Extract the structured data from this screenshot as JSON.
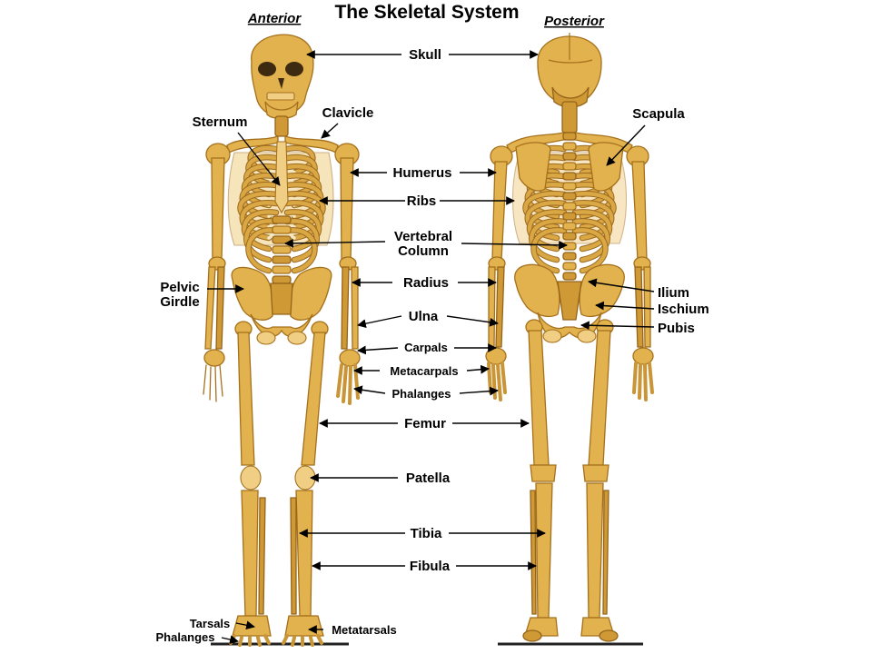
{
  "title": "The Skeletal System",
  "views": {
    "anterior": "Anterior",
    "posterior": "Posterior"
  },
  "labels": {
    "skull": "Skull",
    "clavicle": "Clavicle",
    "sternum": "Sternum",
    "scapula": "Scapula",
    "humerus": "Humerus",
    "ribs": "Ribs",
    "vertebral_line1": "Vertebral",
    "vertebral_line2": "Column",
    "pelvic_line1": "Pelvic",
    "pelvic_line2": "Girdle",
    "radius": "Radius",
    "ilium": "Ilium",
    "ischium": "Ischium",
    "pubis": "Pubis",
    "ulna": "Ulna",
    "carpals": "Carpals",
    "metacarpals": "Metacarpals",
    "phalanges_hand": "Phalanges",
    "femur": "Femur",
    "patella": "Patella",
    "tibia": "Tibia",
    "fibula": "Fibula",
    "tarsals": "Tarsals",
    "phalanges_foot": "Phalanges",
    "metatarsals": "Metatarsals"
  },
  "colors": {
    "bone": "#e2b24e",
    "bone_outline": "#a5701c",
    "text": "#000000",
    "background": "#ffffff"
  }
}
